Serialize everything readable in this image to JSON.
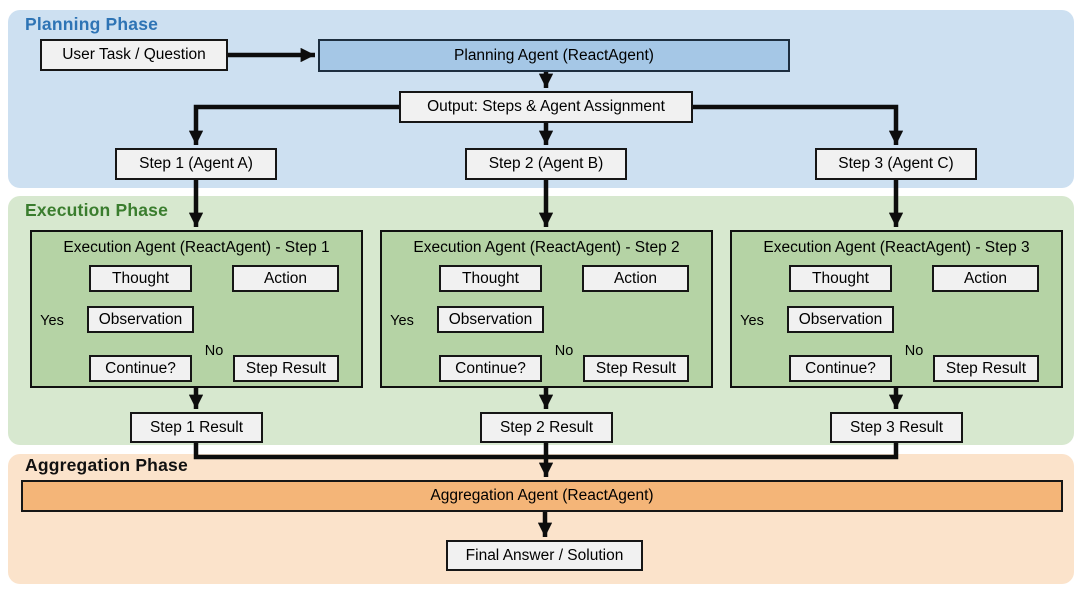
{
  "phases": {
    "planning": {
      "label": "Planning Phase",
      "title_color": "#2e74b5",
      "band_color": "#cde0f1",
      "agent_box_color": "#a5c7e6"
    },
    "execution": {
      "label": "Execution Phase",
      "title_color": "#3a7d2e",
      "band_color": "#d7e8cf",
      "agent_box_color": "#b5d3a5"
    },
    "aggregation": {
      "label": "Aggregation Phase",
      "title_color": "#111111",
      "band_color": "#fbe3cb",
      "agent_box_color": "#f4b578"
    }
  },
  "planning": {
    "user_task": "User Task / Question",
    "agent": "Planning Agent (ReactAgent)",
    "output": "Output: Steps & Agent Assignment",
    "steps": [
      "Step 1 (Agent A)",
      "Step 2 (Agent B)",
      "Step 3 (Agent C)"
    ]
  },
  "execution": {
    "agents": [
      {
        "title": "Execution Agent (ReactAgent) - Step 1",
        "result": "Step 1 Result"
      },
      {
        "title": "Execution Agent (ReactAgent) - Step 2",
        "result": "Step 2 Result"
      },
      {
        "title": "Execution Agent (ReactAgent) - Step 3",
        "result": "Step 3 Result"
      }
    ],
    "loop": {
      "thought": "Thought",
      "action": "Action",
      "observation": "Observation",
      "continue": "Continue?",
      "step_result": "Step Result",
      "yes": "Yes",
      "no": "No"
    }
  },
  "aggregation": {
    "agent": "Aggregation Agent (ReactAgent)",
    "final": "Final Answer / Solution"
  },
  "line_color": "#0d0d0d"
}
